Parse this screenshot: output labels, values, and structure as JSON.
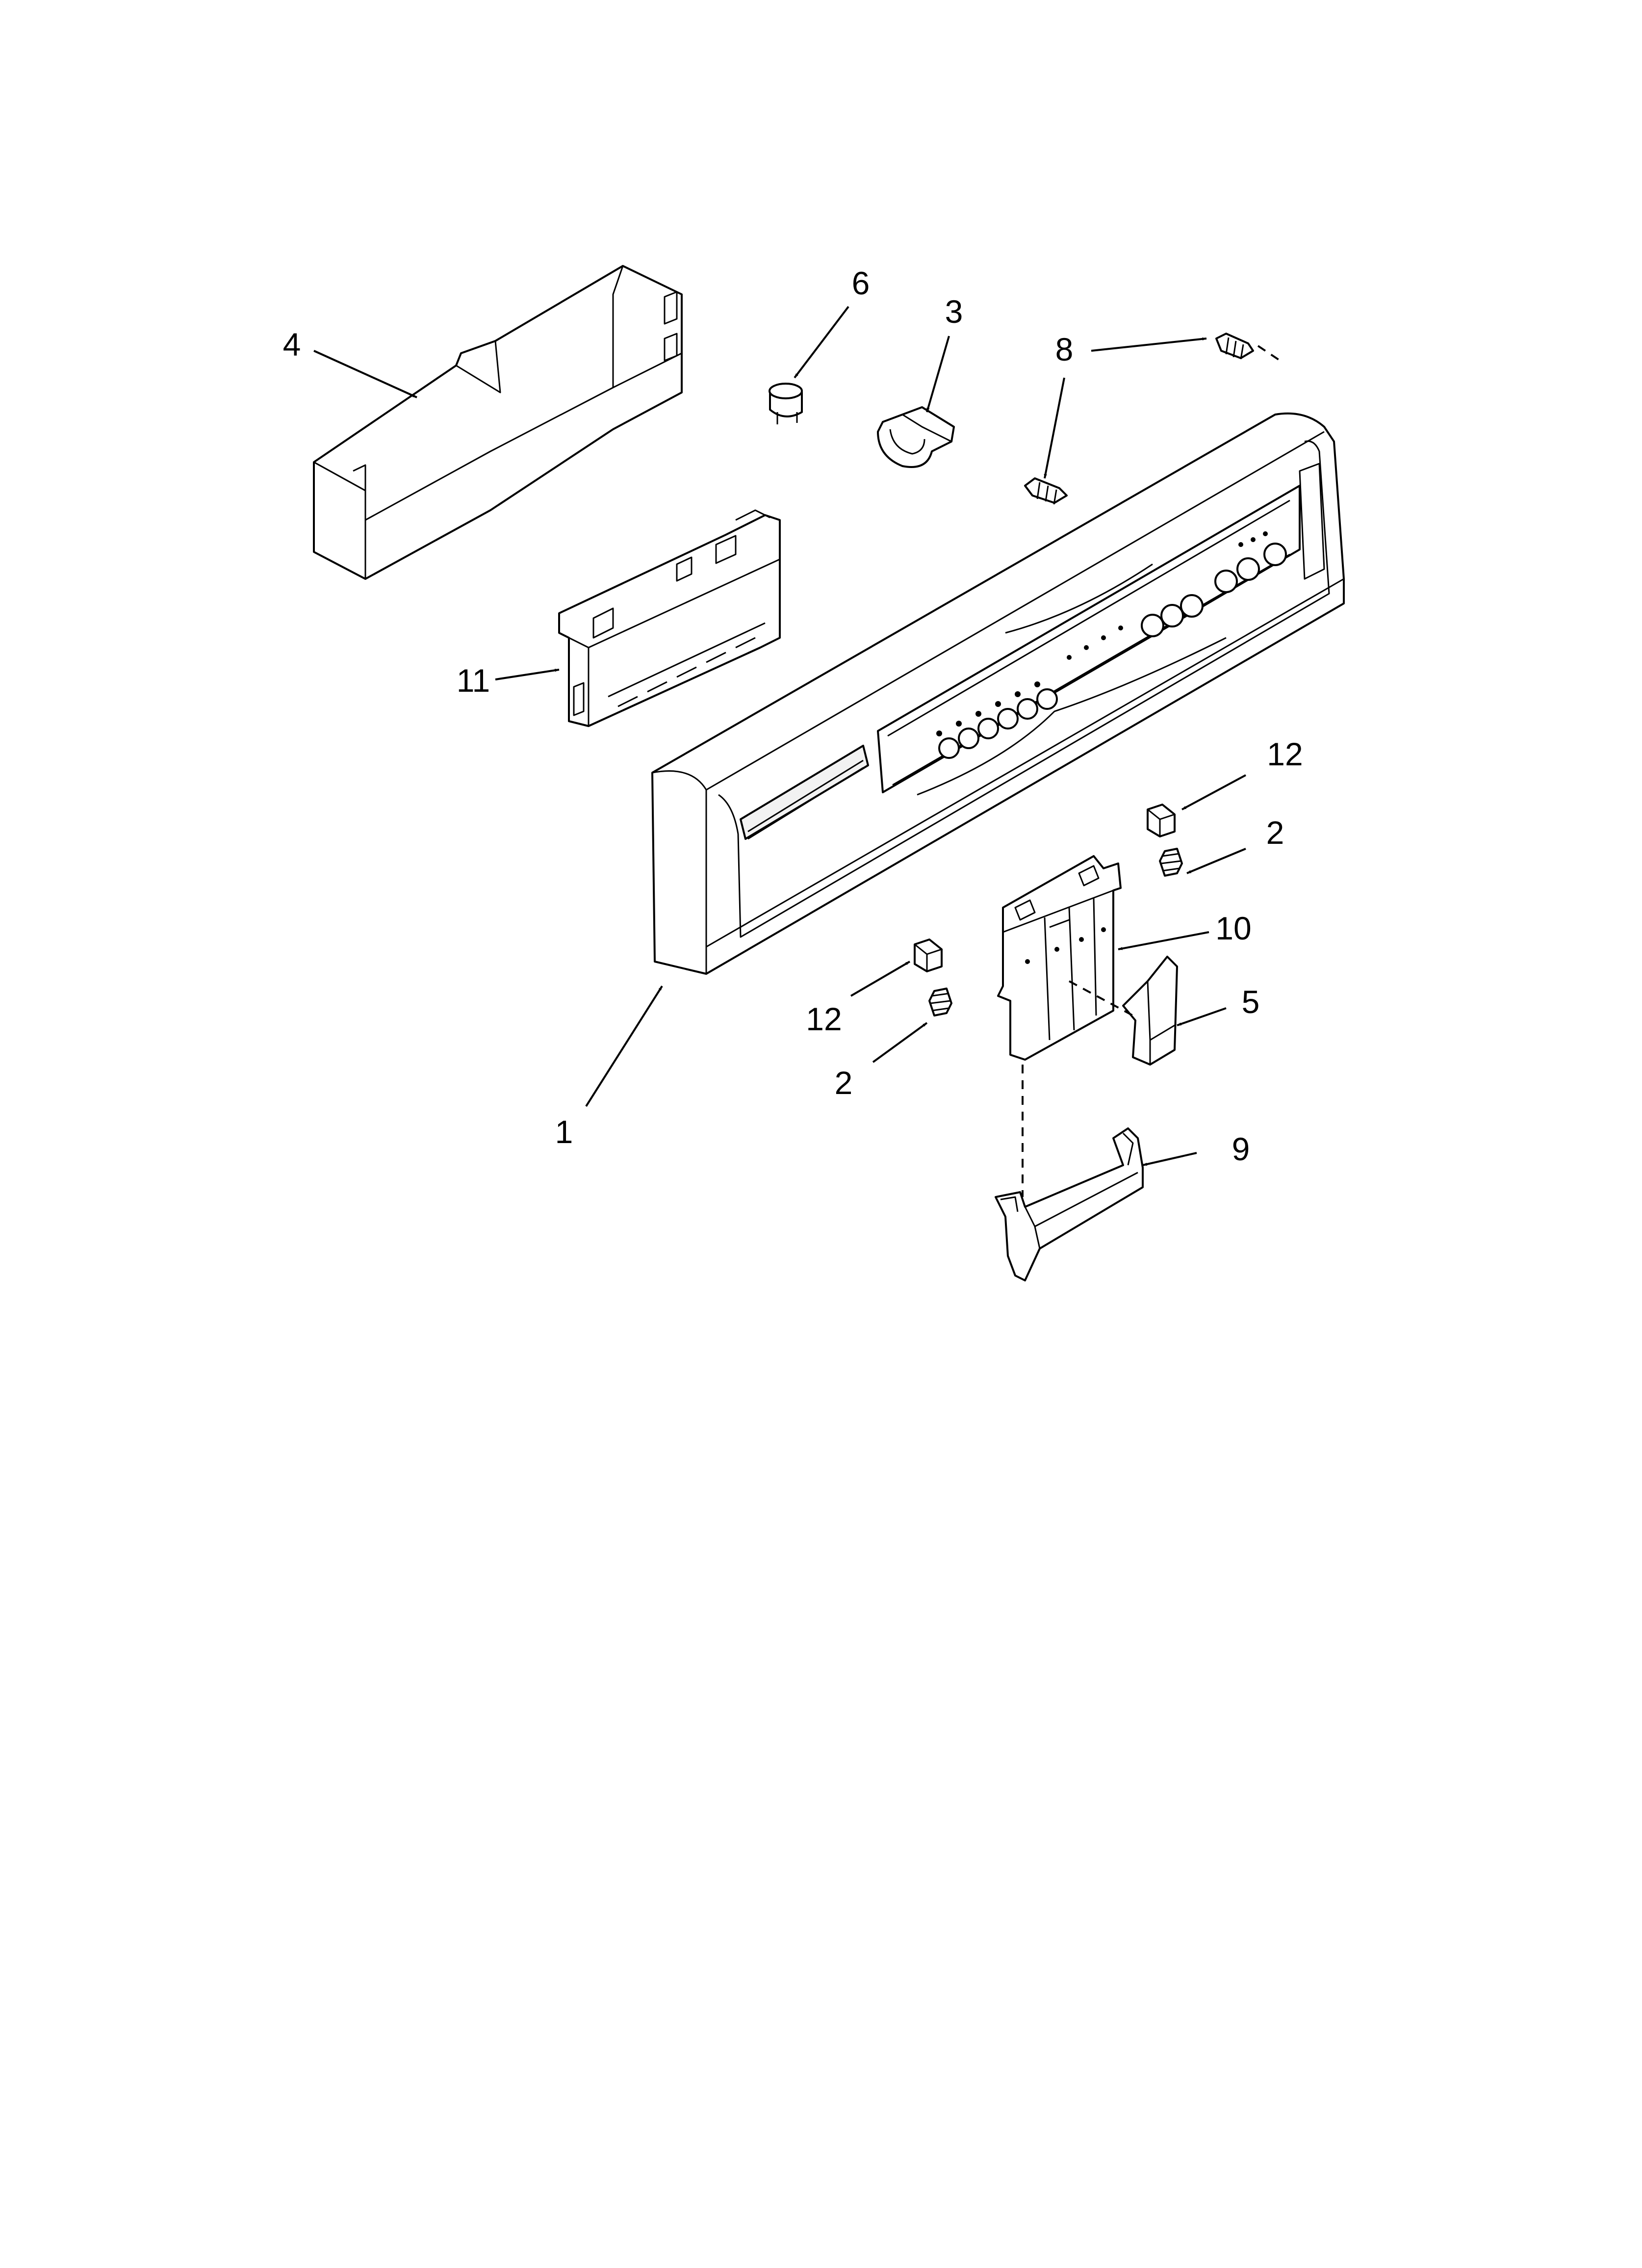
{
  "diagram": {
    "labels": {
      "p1": "1",
      "p2a": "2",
      "p2b": "2",
      "p3": "3",
      "p4": "4",
      "p5": "5",
      "p6": "6",
      "p8": "8",
      "p9": "9",
      "p10": "10",
      "p11": "11",
      "p12a": "12",
      "p12b": "12"
    }
  }
}
